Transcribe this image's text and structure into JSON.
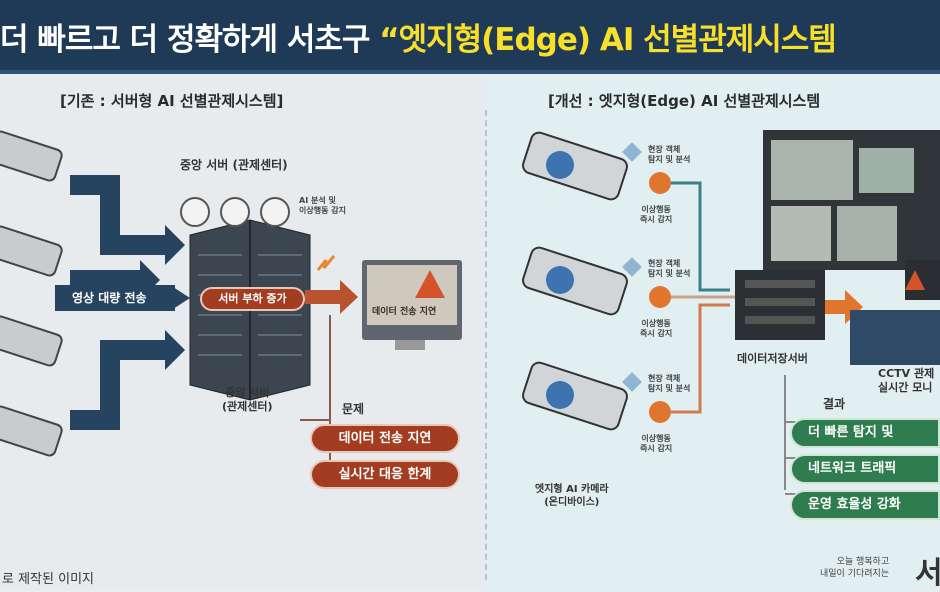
{
  "title": {
    "prefix": "더 빠르고 더 정확하게 서초구 ",
    "highlight": "“엣지형(Edge) AI 선별관제시스템"
  },
  "left": {
    "heading": "[기존 : 서버형 AI 선별관제시스템]",
    "server_top_label": "중앙 서버 (관제센터)",
    "ai_label": [
      "AI 분석 및",
      "이상행동 감지"
    ],
    "transfer_label": "영상 대량 전송",
    "server_load": "서버 부하 증가",
    "monitor_text": "데이터 전송 지연",
    "server_bottom_label": [
      "중앙 서버",
      "(관제센터)"
    ],
    "problem_title": "문제",
    "problems": [
      "데이터 전송 지연",
      "실시간 대응 한계"
    ],
    "footnote": "로 제작된 이미지"
  },
  "right": {
    "heading": "[개선 : 엣지형(Edge) AI 선별관제시스템",
    "cameras": [
      {
        "detect": [
          "현장 객체",
          "탐지 및 분석"
        ],
        "alert": [
          "이상행동",
          "즉시 감지"
        ]
      },
      {
        "detect": [
          "현장 객체",
          "탐지 및 분석"
        ],
        "alert": [
          "이상행동",
          "즉시 감지"
        ]
      },
      {
        "detect": [
          "현장 객체",
          "탐지 및 분석"
        ],
        "alert": [
          "이상행동",
          "즉시 감지"
        ]
      }
    ],
    "camera_label": [
      "엣지형 AI 카메라",
      "(온디바이스)"
    ],
    "storage_label": "데이터저장서버",
    "cctv_label": [
      "CCTV 관제",
      "실시간 모니"
    ],
    "result_title": "결과",
    "results": [
      "더 빠른 탐지 및",
      "네트워크 트래픽",
      "운영 효율성 강화"
    ],
    "slogan": [
      "오늘 행복하고",
      "내일이 기다려지는"
    ],
    "logo_text": "서"
  }
}
